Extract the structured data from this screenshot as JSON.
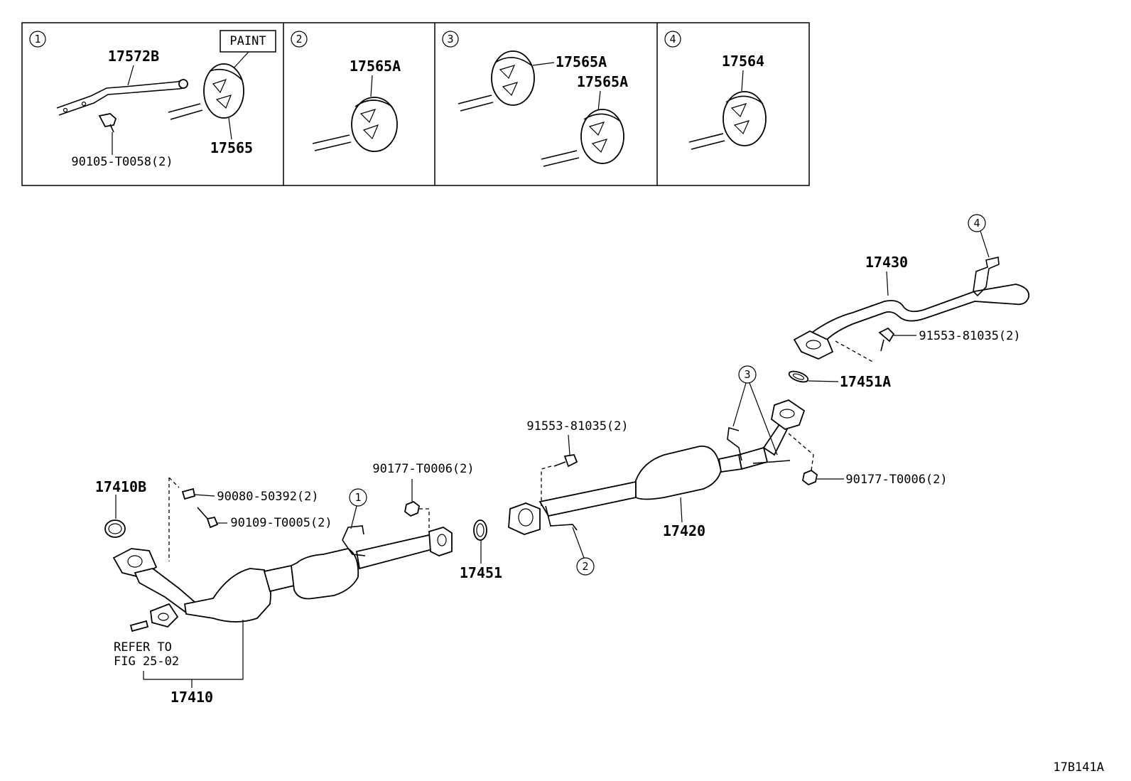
{
  "insets": [
    {
      "num": "1",
      "labels": {
        "bracket": "17572B",
        "paint": "PAINT",
        "hanger": "17565",
        "bolt": "90105-T0058(2)"
      }
    },
    {
      "num": "2",
      "labels": {
        "hanger": "17565A"
      }
    },
    {
      "num": "3",
      "labels": {
        "hanger_a": "17565A",
        "hanger_b": "17565A"
      }
    },
    {
      "num": "4",
      "labels": {
        "hanger": "17564"
      }
    }
  ],
  "callouts": {
    "c1": "1",
    "c2": "2",
    "c3": "3",
    "c4": "4"
  },
  "parts": {
    "tail_pipe": "17430",
    "tail_bolt": "91553-81035(2)",
    "gasket_a": "17451A",
    "center_bolt": "91553-81035(2)",
    "center_nut": "90177-T0006(2)",
    "center_pipe": "17420",
    "front_nut": "90177-T0006(2)",
    "gasket_b": "17410B",
    "stud": "90080-50392(2)",
    "front_bolt": "90109-T0005(2)",
    "gasket": "17451",
    "front_pipe": "17410",
    "refer_line1": "REFER TO",
    "refer_line2": "FIG 25-02"
  },
  "figure_code": "17B141A"
}
